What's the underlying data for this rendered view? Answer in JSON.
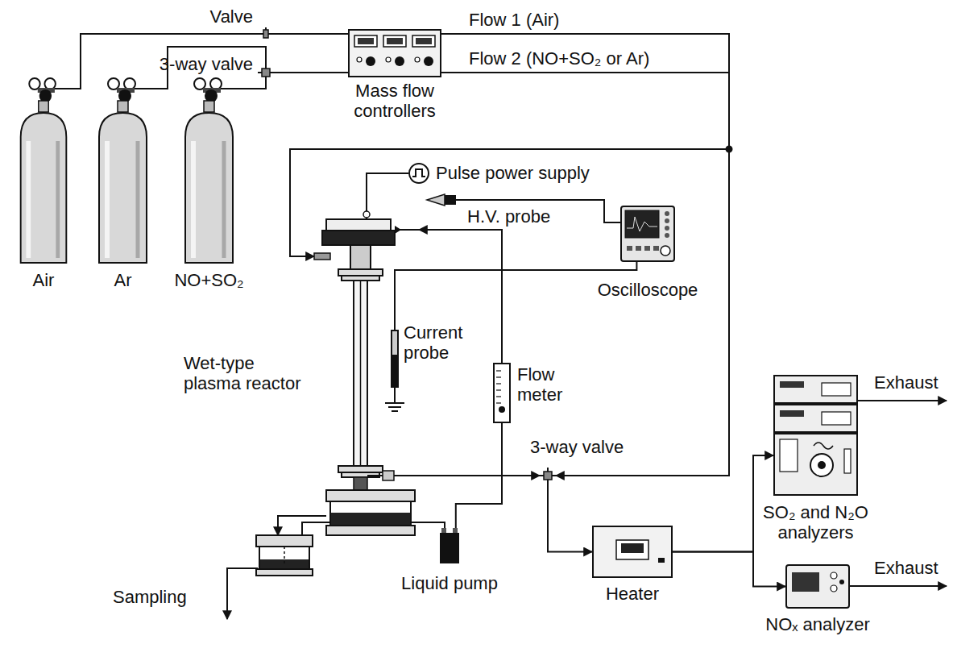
{
  "diagram": {
    "nodes": [
      {
        "text": [
          "Air"
        ]
      },
      {
        "text": [
          "Ar"
        ]
      },
      {
        "text": [
          "NO+SO₂"
        ]
      },
      {
        "text": [
          "Valve"
        ]
      },
      {
        "text": [
          "3-way valve"
        ]
      },
      {
        "text": [
          "Mass flow controllers"
        ]
      },
      {
        "text": [
          "Pulse power supply"
        ]
      },
      {
        "text": [
          "H.V. probe"
        ]
      },
      {
        "text": [
          "Oscilloscope"
        ]
      },
      {
        "text": [
          "Wet-type plasma reactor"
        ]
      },
      {
        "text": [
          "Current probe"
        ]
      },
      {
        "text": [
          "Flow meter"
        ]
      },
      {
        "text": [
          "3-way valve"
        ]
      },
      {
        "text": [
          "Heater"
        ]
      },
      {
        "text": [
          "SO₂ and N₂O analyzers"
        ]
      },
      {
        "text": [
          "NOₓ analyzer"
        ]
      },
      {
        "text": [
          "Liquid pump"
        ]
      }
    ],
    "edges": [
      {
        "from": 0,
        "to": 3,
        "arrow": "none"
      },
      {
        "from": 3,
        "to": 5,
        "arrow": "none"
      },
      {
        "from": 1,
        "to": 4,
        "arrow": "none"
      },
      {
        "from": 2,
        "to": 4,
        "arrow": "none"
      },
      {
        "from": 4,
        "to": 5,
        "arrow": "none"
      },
      {
        "from": 5,
        "to": 9,
        "arrow": "to"
      },
      {
        "from": 5,
        "to": 12,
        "arrow": "to"
      },
      {
        "from": 6,
        "to": 9,
        "arrow": "none"
      },
      {
        "from": 7,
        "to": 8,
        "arrow": "none"
      },
      {
        "from": 10,
        "to": 8,
        "arrow": "none"
      },
      {
        "from": 11,
        "to": 9,
        "arrow": "to"
      },
      {
        "from": 16,
        "to": 11,
        "arrow": "none"
      },
      {
        "from": 9,
        "to": 12,
        "arrow": "to"
      },
      {
        "from": 12,
        "to": 13,
        "arrow": "to"
      },
      {
        "from": 13,
        "to": 14,
        "arrow": "to"
      },
      {
        "from": 13,
        "to": 15,
        "arrow": "to"
      }
    ],
    "labels": [
      "Flow 1 (Air)",
      "Flow 2 (NO+SO₂ or Ar)",
      "Exhaust",
      "Exhaust",
      "Sampling"
    ]
  }
}
